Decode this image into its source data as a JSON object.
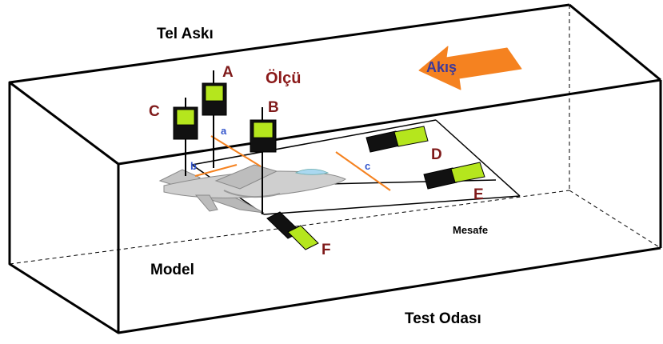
{
  "labels": {
    "tel_aski": "Tel Askı",
    "olcu": "Ölçü",
    "akis": "Akış",
    "model": "Model",
    "test_odasi": "Test Odası",
    "mesafe": "Mesafe"
  },
  "sensors": {
    "A": "A",
    "B": "B",
    "C": "C",
    "D": "D",
    "E": "E",
    "F": "F"
  },
  "distances": {
    "a": "a",
    "b": "b",
    "c": "c"
  },
  "colors": {
    "outline": "#000000",
    "sensor_fill": "#b5e61d",
    "sensor_dark": "#111111",
    "letter": "#7f1a1a",
    "olcu": "#8b1a1a",
    "arrow": "#f58220",
    "akis_text": "#3d3a9a",
    "measure_line": "#f58220",
    "small_letter": "#3355cc",
    "plane": "#c9c9c9",
    "canopy": "#aad8f0"
  }
}
